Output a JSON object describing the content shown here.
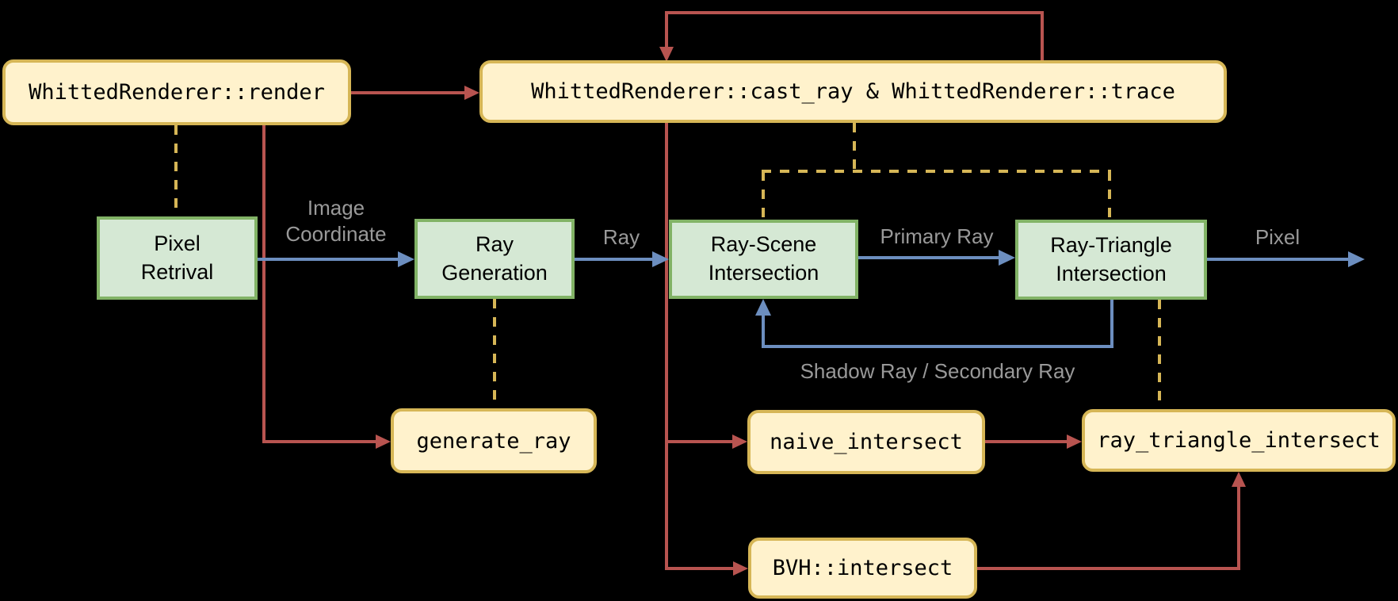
{
  "diagram": {
    "function_nodes": {
      "render": {
        "label": "WhittedRenderer::render"
      },
      "cast_trace": {
        "label": "WhittedRenderer::cast_ray & WhittedRenderer::trace"
      },
      "generate_ray": {
        "label": "generate_ray"
      },
      "naive_intersect": {
        "label": "naive_intersect"
      },
      "ray_triangle_intersect": {
        "label": "ray_triangle_intersect"
      },
      "bvh_intersect": {
        "label": "BVH::intersect"
      }
    },
    "stage_nodes": {
      "pixel_retrival": {
        "label": "Pixel Retrival"
      },
      "ray_generation": {
        "label": "Ray Generation"
      },
      "ray_scene_intersection": {
        "label": "Ray-Scene Intersection"
      },
      "ray_triangle_intersection": {
        "label": "Ray-Triangle Intersection"
      }
    },
    "edge_labels": {
      "image_coordinate": "Image Coordinate",
      "ray": "Ray",
      "primary_ray": "Primary Ray",
      "pixel": "Pixel",
      "shadow_secondary": "Shadow Ray / Secondary Ray"
    },
    "colors": {
      "red": "#b85450",
      "blue": "#6c8ebf",
      "yellow_fill": "#fff2cc",
      "yellow_border": "#d6b656",
      "green_fill": "#d5e8d4",
      "green_border": "#82b366",
      "label_gray": "#999999",
      "background": "#000000",
      "text": "#000000"
    }
  }
}
